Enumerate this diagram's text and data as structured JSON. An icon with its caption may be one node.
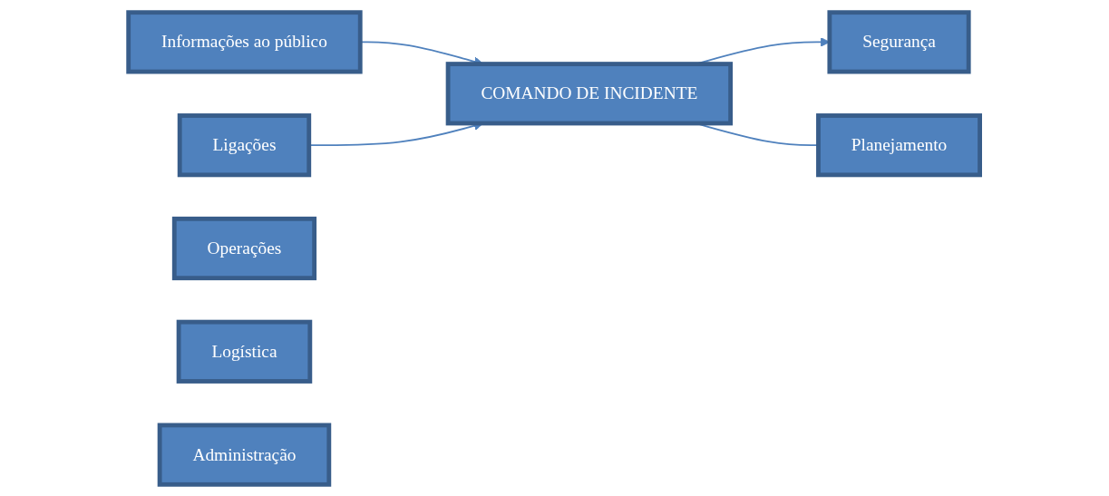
{
  "diagram": {
    "nodes": [
      {
        "text": [
          "COMANDO DE INCIDENTE"
        ]
      },
      {
        "text": [
          "Segurança"
        ]
      },
      {
        "text": [
          "Informações ao público"
        ]
      },
      {
        "text": [
          "Ligações"
        ]
      },
      {
        "text": [
          "Operações"
        ]
      },
      {
        "text": [
          "Planejamento"
        ]
      },
      {
        "text": [
          "Logística"
        ]
      },
      {
        "text": [
          "Administração"
        ]
      }
    ],
    "edges": [
      {
        "from": 0,
        "to": 1,
        "arrow": "to"
      },
      {
        "from": 2,
        "to": 0,
        "arrow": "to"
      },
      {
        "from": 3,
        "to": 0,
        "arrow": "to"
      },
      {
        "from": 0,
        "to": 5,
        "arrow": "none"
      }
    ]
  }
}
